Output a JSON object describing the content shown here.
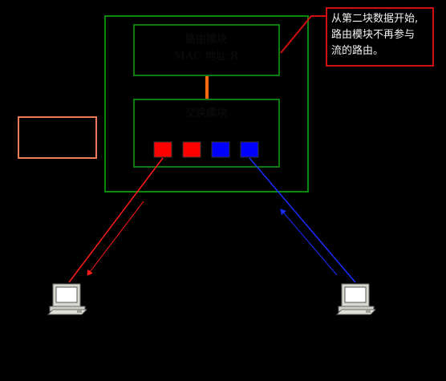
{
  "router_module": {
    "title": "路由模块",
    "mac_label": "MAC 地址:R"
  },
  "switch_module": {
    "title": "交换模块",
    "ports": [
      {
        "color": "#ff0000"
      },
      {
        "color": "#ff0000"
      },
      {
        "color": "#0000ff"
      },
      {
        "color": "#0000ff"
      }
    ]
  },
  "callout": {
    "lines": [
      "从第二块数据开始,",
      "路由模块不再参与",
      "流的路由。"
    ]
  },
  "colors": {
    "background": "#000000",
    "outer_border": "#0a8a0a",
    "module_border": "#0f7a0f",
    "link_orange": "#ff6a10",
    "callout_red": "#d01010",
    "side_box": "#f07a55",
    "flow_red": "#ff1a1a",
    "flow_blue": "#1a2cff",
    "text_light": "#f0f0f0"
  }
}
